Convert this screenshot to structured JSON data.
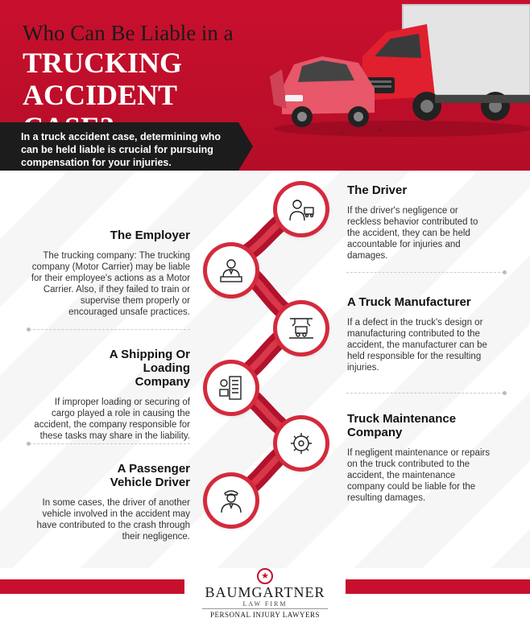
{
  "header": {
    "title_top": "Who Can Be Liable in a",
    "title_main": "TRUCKING ACCIDENT CASE?",
    "intro": "In a truck accident case, determining who can be held liable is crucial for pursuing compensation for your injuries."
  },
  "colors": {
    "brand_red": "#c8102e",
    "dark": "#1c1c1c",
    "spine_red": "#d42a3c"
  },
  "parties": {
    "driver": {
      "title": "The Driver",
      "text": "If the driver's negligence or reckless behavior contributed to the accident, they can be held accountable for injuries and damages.",
      "icon": "truck-driver-icon"
    },
    "employer": {
      "title": "The Employer",
      "text": "The trucking company: The trucking company (Motor Carrier) may be liable for their employee's actions as a Motor Carrier. Also, if they failed to train or supervise them properly or encouraged unsafe practices.",
      "icon": "business-person-icon"
    },
    "manufacturer": {
      "title": "A Truck Manufacturer",
      "text": "If a defect in the truck's design or manufacturing contributed to the accident, the manufacturer can be held responsible for the resulting injuries.",
      "icon": "assembly-line-icon"
    },
    "shipping": {
      "title": "A Shipping Or Loading Company",
      "text": "If improper loading or securing of cargo played a role in causing the accident, the company responsible for these tasks may share in the liability.",
      "icon": "warehouse-icon"
    },
    "maintenance": {
      "title": "Truck Maintenance Company",
      "text": "If negligent maintenance or repairs on the truck contributed to the accident, the maintenance company could be liable for the resulting damages.",
      "icon": "wrench-gear-icon"
    },
    "passenger": {
      "title": "A Passenger Vehicle Driver",
      "text": "In some cases, the driver of another vehicle involved in the accident may have contributed to the crash through their negligence.",
      "icon": "chauffeur-icon"
    }
  },
  "footer": {
    "firm_name": "BAUMGARTNER",
    "firm_sub": "LAW FIRM",
    "tagline": "PERSONAL INJURY LAWYERS"
  }
}
